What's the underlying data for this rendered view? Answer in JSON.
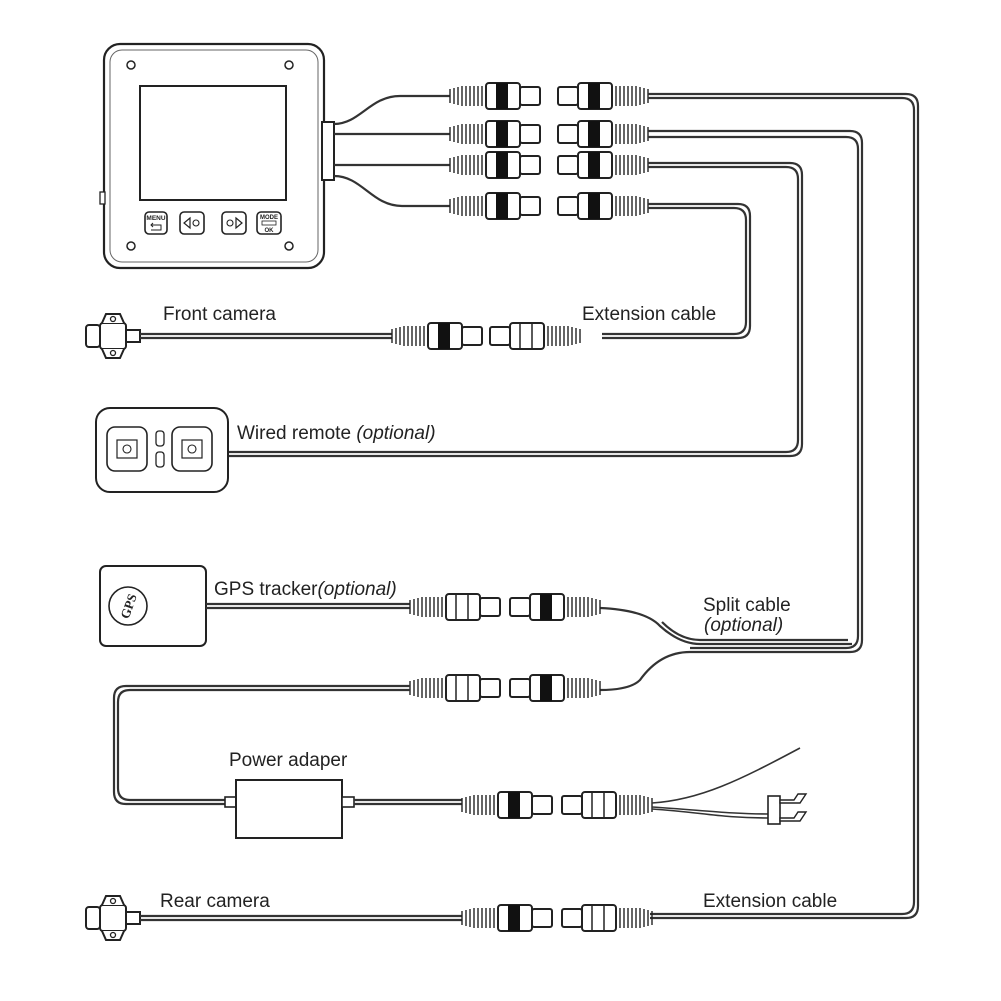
{
  "labels": {
    "front_camera": "Front camera",
    "extension_cable_front": "Extension cable",
    "wired_remote": "Wired remote",
    "wired_remote_note": "(optional)",
    "gps_tracker": "GPS tracker",
    "gps_tracker_note": "(optional)",
    "split_cable": "Split cable",
    "split_cable_note": "(optional)",
    "power_adapter": "Power adaper",
    "rear_camera": "Rear camera",
    "extension_cable_rear": "Extension cable"
  },
  "device": {
    "button_menu": "MENU",
    "button_mode": "MODE",
    "button_ok": "OK"
  },
  "gps_badge": "GPS",
  "colors": {
    "line": "#333333",
    "background": "#ffffff"
  }
}
